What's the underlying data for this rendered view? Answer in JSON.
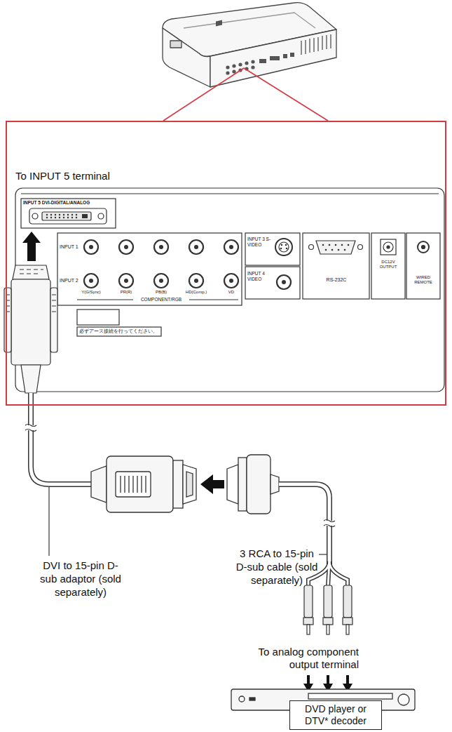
{
  "diagram": {
    "nodes": [
      {
        "text": [
          "To INPUT 5 terminal"
        ]
      },
      {
        "text": [
          "DVD player or DTV* decoder"
        ]
      }
    ],
    "labels": [
      "INPUT 5 DVI-DIGITAL/ANALOG",
      "INPUT 1",
      "INPUT 2",
      "Y(G/Sync)",
      "PR(R)",
      "PB(B)",
      "HD(Comp.)",
      "VD",
      "COMPONENT/RGB",
      "INPUT 3 S-VIDEO",
      "INPUT 4 VIDEO",
      "RS-232C",
      "DC12V OUTPUT",
      "WIRED REMOTE",
      "必ずアース接続を行ってください。",
      "DVI to 15-pin D-sub adaptor (sold separately)",
      "3 RCA to 15-pin D-sub cable (sold separately)",
      "To analog component output terminal"
    ]
  }
}
